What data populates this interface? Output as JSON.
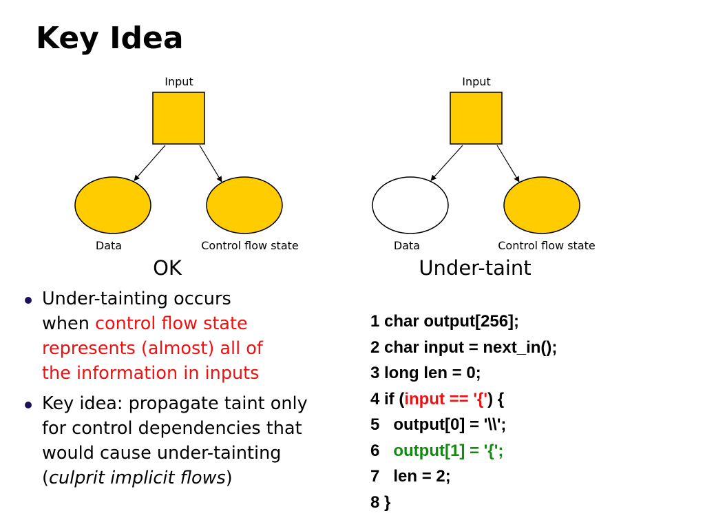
{
  "title": "Key Idea",
  "diagrams": [
    {
      "caption": "OK",
      "input_label": "Input",
      "data_label": "Data",
      "control_label": "Control flow state",
      "data_fill": "#ffcc00",
      "control_fill": "#ffcc00"
    },
    {
      "caption": "Under-taint",
      "input_label": "Input",
      "data_label": "Data",
      "control_label": "Control flow state",
      "data_fill": "#ffffff",
      "control_fill": "#ffcc00"
    }
  ],
  "bullets": [
    {
      "line1": "Under-tainting occurs",
      "line2_pre": "when ",
      "line2_red": "control flow state",
      "line3_red": "represents (almost) all of",
      "line4_red": "the information in inputs"
    },
    {
      "line1": "Key idea: propagate taint only",
      "line2": "for control dependencies that",
      "line3": "would cause under-tainting",
      "line4_open": "(",
      "line4_italic": "culprit implicit flows",
      "line4_close": ")"
    }
  ],
  "code": {
    "l1": "1 char output[256];",
    "l2": "2 char input = next_in();",
    "l3": "3 long len = 0;",
    "l4_pre": "4 if (",
    "l4_red": "input == '{'",
    "l4_post": ") {",
    "l5": "5   output[0] = '\\\\';",
    "l6_pre": "6   ",
    "l6_green": "output[1] = '{';",
    "l7": "7   len = 2;",
    "l8": "8 }"
  },
  "colors": {
    "node_fill": "#ffcc00",
    "highlight_red": "#ee1111",
    "highlight_green": "#128a12",
    "bullet": "#1c0f5e"
  }
}
